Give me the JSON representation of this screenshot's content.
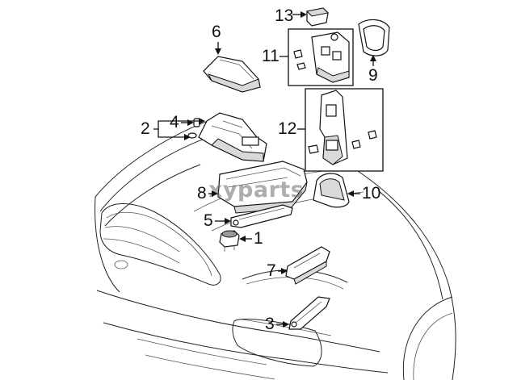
{
  "diagram": {
    "callouts": [
      {
        "id": "c1",
        "label": "1"
      },
      {
        "id": "c2",
        "label": "2"
      },
      {
        "id": "c3",
        "label": "3"
      },
      {
        "id": "c4",
        "label": "4"
      },
      {
        "id": "c5",
        "label": "5"
      },
      {
        "id": "c6",
        "label": "6"
      },
      {
        "id": "c7",
        "label": "7"
      },
      {
        "id": "c8",
        "label": "8"
      },
      {
        "id": "c9",
        "label": "9"
      },
      {
        "id": "c10",
        "label": "10"
      },
      {
        "id": "c11",
        "label": "11"
      },
      {
        "id": "c12",
        "label": "12"
      },
      {
        "id": "c13",
        "label": "13"
      }
    ],
    "watermark": "xyparts"
  }
}
